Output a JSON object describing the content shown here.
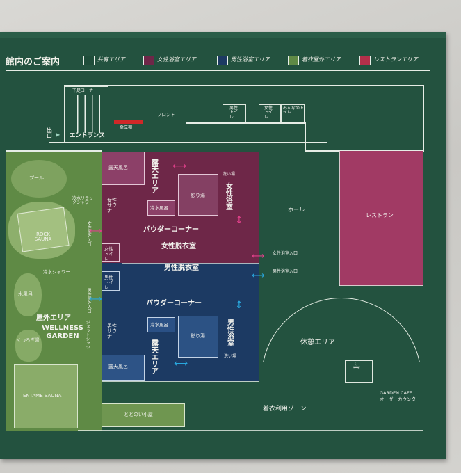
{
  "legend": {
    "title": "館内のご案内",
    "items": [
      {
        "label": "共有エリア",
        "color": "#1f4d3a"
      },
      {
        "label": "女性浴室エリア",
        "color": "#6e2748"
      },
      {
        "label": "男性浴室エリア",
        "color": "#1c3a63"
      },
      {
        "label": "着衣屋外エリア",
        "color": "#5f8a45"
      },
      {
        "label": "レストランエリア",
        "color": "#b3304a"
      }
    ]
  },
  "labels": {
    "shoes_corner": "下足コーナー",
    "umbrella": "傘立棚",
    "front": "フロント",
    "toilet_men": "男性トイレ",
    "toilet_women": "女性トイレ",
    "toilet_multi": "みんなのトイレ",
    "exit": "出口",
    "entrance": "エントランス",
    "pool": "プール",
    "rock_sauna": "ROCK SAUNA",
    "cold_shower_relax": "冷水リラックシャワー",
    "cold_shower": "冷水シャワー",
    "cold_bath": "水風呂",
    "outdoor_area": "屋外エリア",
    "wellness_garden": "WELLNESS GARDEN",
    "kutsurogi_bath": "くつろぎ湯",
    "entame_sauna": "ENTAME SAUNA",
    "totonoi_hut": "ととのい小屋",
    "women_outdoor_bath": "露天風呂",
    "women_open_air": "露天エリア",
    "women_wash": "洗い場",
    "women_bath": "女性浴室",
    "women_shadow_bath": "影り湯",
    "women_sauna": "女性サウナ",
    "women_cold_bath": "冷水風呂",
    "women_outdoor_entry": "女性屋外入口",
    "women_powder": "パウダーコーナー",
    "women_dressing": "女性脱衣室",
    "women_toilet": "女性トイレ",
    "women_bath_entry": "女性浴室入口",
    "men_dressing": "男性脱衣室",
    "men_toilet": "男性トイレ",
    "men_outdoor_entry": "男性屋外入口",
    "men_powder": "パウダーコーナー",
    "men_bath_entry": "男性浴室入口",
    "men_sauna": "男性サウナ",
    "men_cold_bath": "冷水風呂",
    "men_shadow_bath": "影り湯",
    "men_bath": "男性浴室",
    "men_wash": "洗い場",
    "men_outdoor_bath": "露天風呂",
    "men_open_air": "露天エリア",
    "jet_shower": "ジェットシャワー",
    "hall": "ホール",
    "restaurant": "レストラン",
    "rest_area": "休憩エリア",
    "garden_cafe": "GARDEN CAFE",
    "order_counter": "オーダーカウンター",
    "clothed_zone": "着衣利用ゾーン"
  },
  "colors": {
    "panel": "#23523f",
    "women": "#6e2748",
    "men": "#1c3a63",
    "outdoor": "#5f8a45",
    "restaurant": "#a13a64",
    "women_arrow": "#e0408a",
    "men_arrow": "#29a7de",
    "umbrella": "#d02828"
  }
}
